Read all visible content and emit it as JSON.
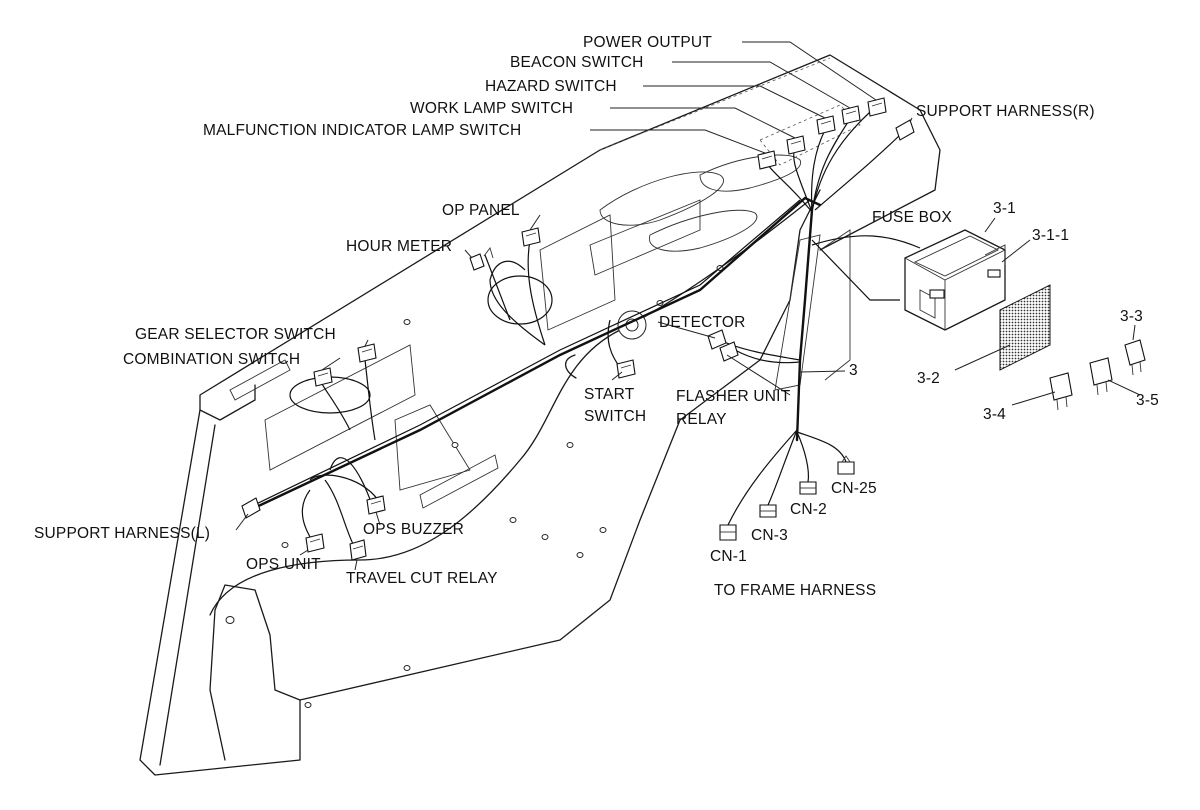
{
  "labels": {
    "power_output": "POWER OUTPUT",
    "beacon_switch": "BEACON SWITCH",
    "hazard_switch": "HAZARD SWITCH",
    "work_lamp_switch": "WORK LAMP SWITCH",
    "malfunction_indicator_lamp_switch": "MALFUNCTION INDICATOR LAMP SWITCH",
    "support_harness_r": "SUPPORT HARNESS(R)",
    "op_panel": "OP PANEL",
    "hour_meter": "HOUR METER",
    "fuse_box": "FUSE BOX",
    "part_3_1": "3-1",
    "part_3_1_1": "3-1-1",
    "part_3_3": "3-3",
    "part_3_2": "3-2",
    "part_3_5": "3-5",
    "part_3_4": "3-4",
    "part_3": "3",
    "detector": "DETECTOR",
    "gear_selector_switch": "GEAR SELECTOR SWITCH",
    "combination_switch": "COMBINATION SWITCH",
    "start_switch_line1": "START",
    "start_switch_line2": "SWITCH",
    "flasher_unit": "FLASHER UNIT",
    "relay": "RELAY",
    "support_harness_l": "SUPPORT HARNESS(L)",
    "ops_buzzer": "OPS BUZZER",
    "ops_unit": "OPS UNIT",
    "travel_cut_relay": "TRAVEL CUT RELAY",
    "cn_25": "CN-25",
    "cn_2": "CN-2",
    "cn_3": "CN-3",
    "cn_1": "CN-1",
    "to_frame_harness": "TO FRAME HARNESS"
  }
}
